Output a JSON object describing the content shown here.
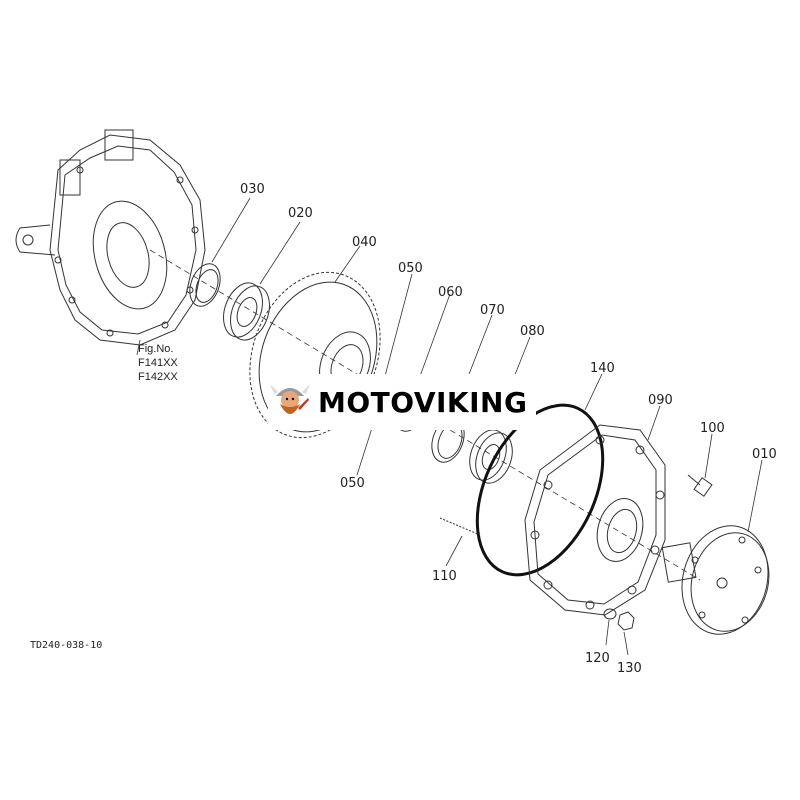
{
  "figure": {
    "fig_label": "Fig.No.",
    "fig_codes": [
      "F141XX",
      "F142XX"
    ],
    "drawing_ref": "TD240-038-10"
  },
  "parts": [
    {
      "id": "030"
    },
    {
      "id": "020"
    },
    {
      "id": "040"
    },
    {
      "id": "050"
    },
    {
      "id": "060"
    },
    {
      "id": "070"
    },
    {
      "id": "080"
    },
    {
      "id": "050"
    },
    {
      "id": "140"
    },
    {
      "id": "090"
    },
    {
      "id": "100"
    },
    {
      "id": "010"
    },
    {
      "id": "110"
    },
    {
      "id": "120"
    },
    {
      "id": "130"
    }
  ],
  "watermark": {
    "text": "MOTOVIKING",
    "logo_icon": "viking-mascot-icon",
    "logo_colors": {
      "helmet": "#9a9a9a",
      "beard": "#c0641f",
      "face": "#e8a777"
    }
  }
}
